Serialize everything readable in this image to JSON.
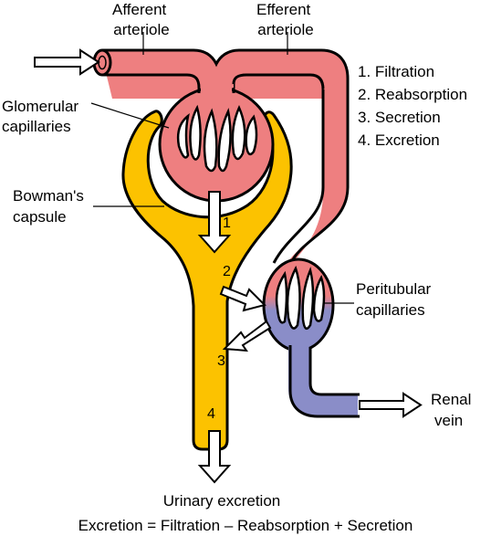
{
  "labels": {
    "afferent": [
      "Afferent",
      "arteriole"
    ],
    "efferent": [
      "Efferent",
      "arteriole"
    ],
    "glomerular": [
      "Glomerular",
      "capillaries"
    ],
    "bowman": [
      "Bowman's",
      "capsule"
    ],
    "peritubular": [
      "Peritubular",
      "capillaries"
    ],
    "renal_vein": [
      "Renal",
      "vein"
    ],
    "urinary": "Urinary excretion",
    "equation": "Excretion = Filtration – Reabsorption + Secretion"
  },
  "process_list": [
    "1. Filtration",
    "2. Reabsorption",
    "3. Secretion",
    "4. Excretion"
  ],
  "step_numbers": [
    "1",
    "2",
    "3",
    "4"
  ],
  "colors": {
    "arterial": "#ee7f80",
    "venous": "#8a8dc8",
    "capsule": "#fcc200",
    "outline": "#000000",
    "background": "#ffffff"
  }
}
